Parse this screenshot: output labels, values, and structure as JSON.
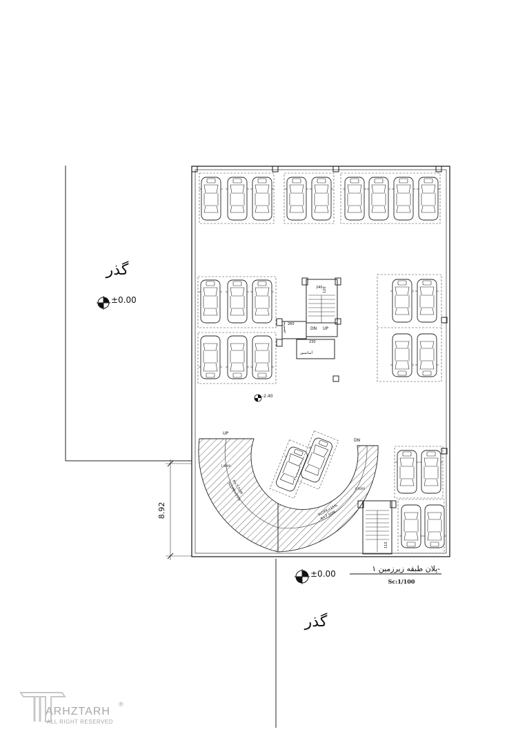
{
  "street_label_top": "گذر",
  "street_label_bottom": "گذر",
  "level_street_top": "±0.00",
  "level_street_bottom": "±0.00",
  "level_basement": "-2.40",
  "dimension_left": "8.92",
  "plan_title": "پلان طبقه زیرزمین ۱-",
  "plan_scale": "Sc:1/100",
  "ramp_up": "UP",
  "ramp_dn": "DN",
  "stair_dn": "DN",
  "stair_up": "UP",
  "stair_dim_1": "240",
  "stair_dim_2": "120",
  "stair_dim_3": "260",
  "stair_dim_4": "230",
  "elevator_label_1": "آسانسور",
  "elevator_label_2": "آسانسور",
  "ramp_slope_1": "SLOPE=15%",
  "ramp_slope_2": "SLOPE=15%",
  "ramp_slope_1b": "R=7.50M",
  "ramp_slope_2b": "R=7.50M",
  "ramp_level_1": "1.0000",
  "ramp_level_2": "0.0000",
  "lower_stair_dim": "110",
  "watermark_brand": "ARHZTARH",
  "watermark_rights": "ALL RIGHT RESERVED",
  "watermark_mark": "®"
}
